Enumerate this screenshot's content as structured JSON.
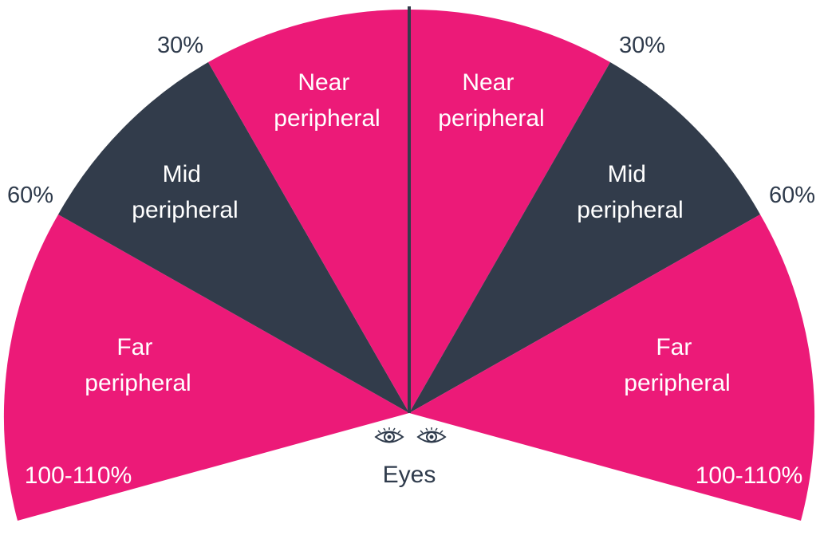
{
  "colors": {
    "far": "#EC1A78",
    "mid": "#323C4B",
    "near": "#EC1A78",
    "text_dark": "#2F3B4C",
    "text_light": "#FFFFFF"
  },
  "zones": {
    "left_near": {
      "line1": "Near",
      "line2": "peripheral"
    },
    "left_mid": {
      "line1": "Mid",
      "line2": "peripheral"
    },
    "left_far": {
      "line1": "Far",
      "line2": "peripheral"
    },
    "right_near": {
      "line1": "Near",
      "line2": "peripheral"
    },
    "right_mid": {
      "line1": "Mid",
      "line2": "peripheral"
    },
    "right_far": {
      "line1": "Far",
      "line2": "peripheral"
    }
  },
  "edge_labels": {
    "left_30": "30%",
    "left_60": "60%",
    "right_30": "30%",
    "right_60": "60%",
    "left_far_edge": "100-110%",
    "right_far_edge": "100-110%"
  },
  "eyes": {
    "icon": "eye-icon",
    "label": "Eyes"
  }
}
